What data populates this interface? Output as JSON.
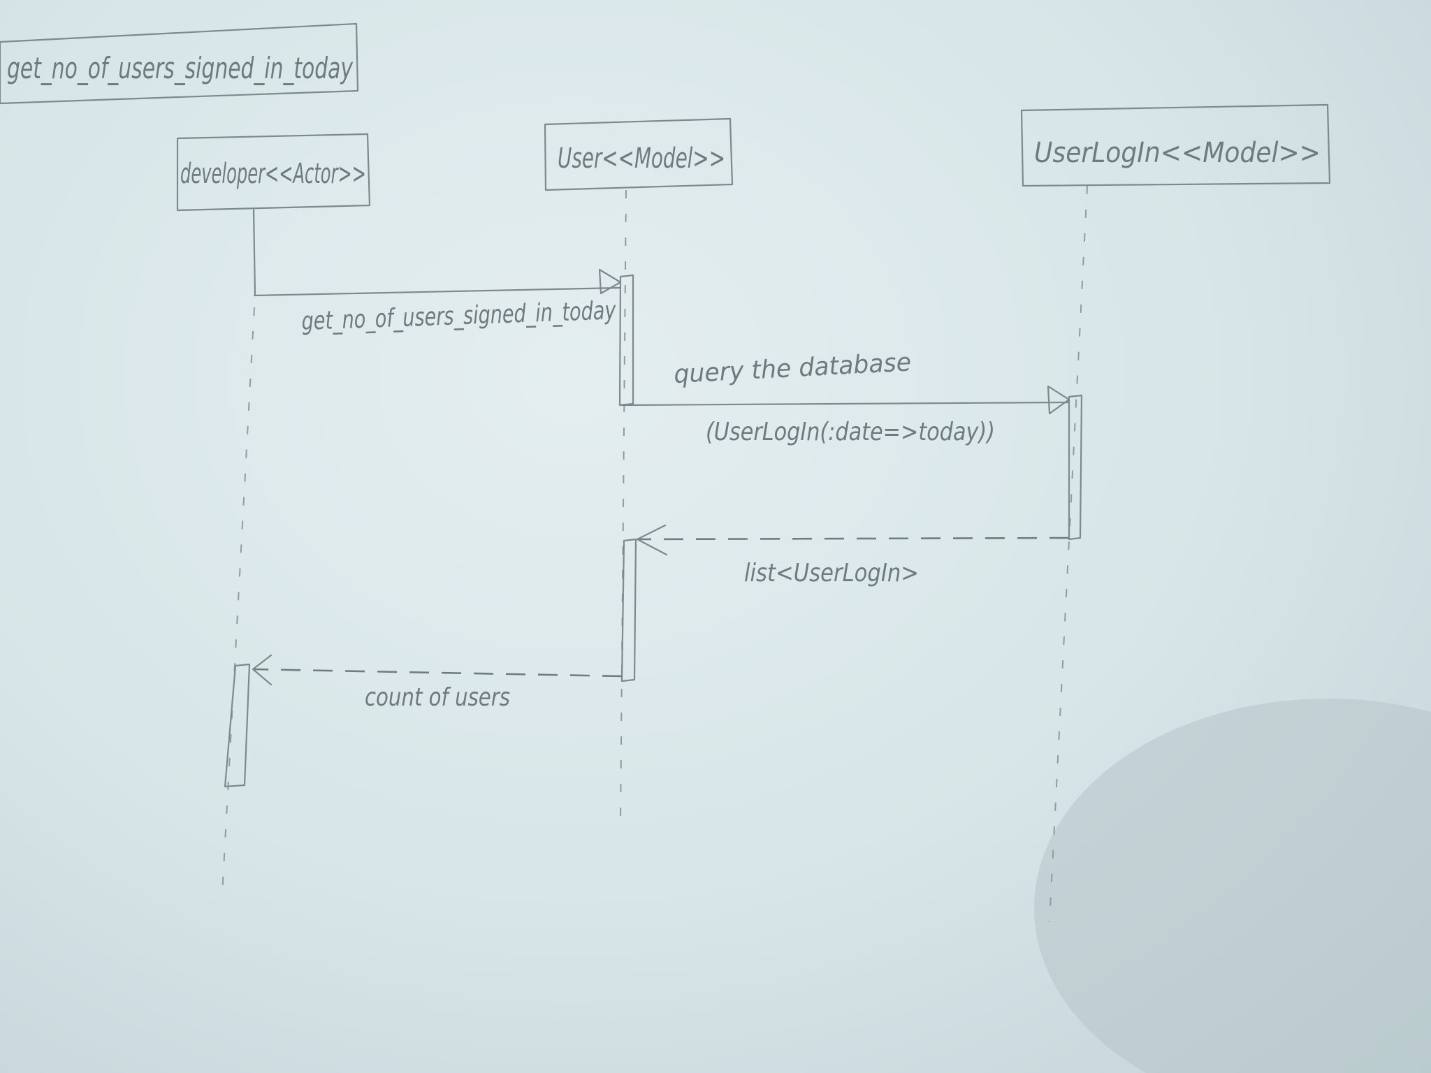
{
  "diagram": {
    "title": "get_no_of_users_signed_in_today",
    "participants": [
      {
        "label": "developer<<Actor>>"
      },
      {
        "label": "User<<Model>>"
      },
      {
        "label": "UserLogIn<<Model>>"
      }
    ],
    "messages": [
      {
        "label": "get_no_of_users_signed_in_today",
        "type": "call"
      },
      {
        "label": "query the database",
        "sublabel": "(UserLogIn(:date=>today))",
        "type": "call"
      },
      {
        "label": "list<UserLogIn>",
        "type": "return"
      },
      {
        "label": "count of users",
        "type": "return"
      }
    ]
  },
  "colors": {
    "paper": "#dce8eb",
    "pencil": "#7c8a8d"
  }
}
